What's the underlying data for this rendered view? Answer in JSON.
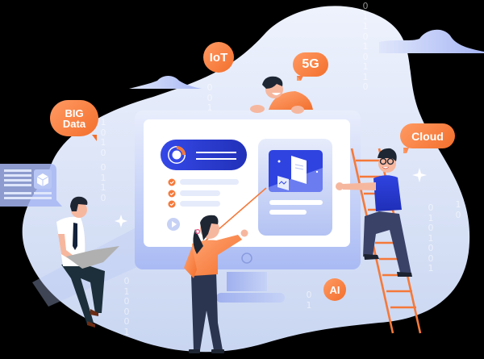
{
  "illustration": {
    "theme": "technology team collaborating around a monitor",
    "background_color": "#000000",
    "blob_color": "#dbe4f7",
    "accent_orange": "#f5793a",
    "accent_blue": "#3346e6"
  },
  "bubbles": {
    "iot": "IoT",
    "fiveg": "5G",
    "bigdata_line1": "BIG",
    "bigdata_line2": "Data",
    "cloud": "Cloud",
    "ai": "AI"
  },
  "binary_columns": {
    "col1": "0\n0\n1",
    "col2": "1\n0\n1\n0",
    "col3": "0\n1\n1\n0\n1\n0\n1\n1\n0",
    "col4": "0\n1\n1\n0",
    "col5": "0\n1\n0\n0\n0\n1",
    "col6": "0\n1\n0\n1\n0\n0\n1",
    "col7": "0\n1",
    "col8": "1\n0"
  },
  "screen": {
    "checklist_count": 3,
    "chart_card": "analytics preview"
  }
}
